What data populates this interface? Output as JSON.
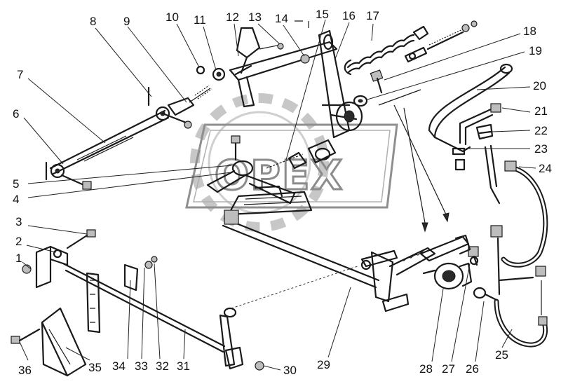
{
  "watermark": {
    "text": "OPEX"
  },
  "callouts": [
    "1",
    "2",
    "3",
    "4",
    "5",
    "6",
    "7",
    "8",
    "9",
    "10",
    "11",
    "12",
    "13",
    "14",
    "15",
    "16",
    "17",
    "18",
    "19",
    "20",
    "21",
    "22",
    "23",
    "24",
    "25",
    "26",
    "27",
    "28",
    "29",
    "30",
    "31",
    "32",
    "33",
    "34",
    "35",
    "36"
  ]
}
